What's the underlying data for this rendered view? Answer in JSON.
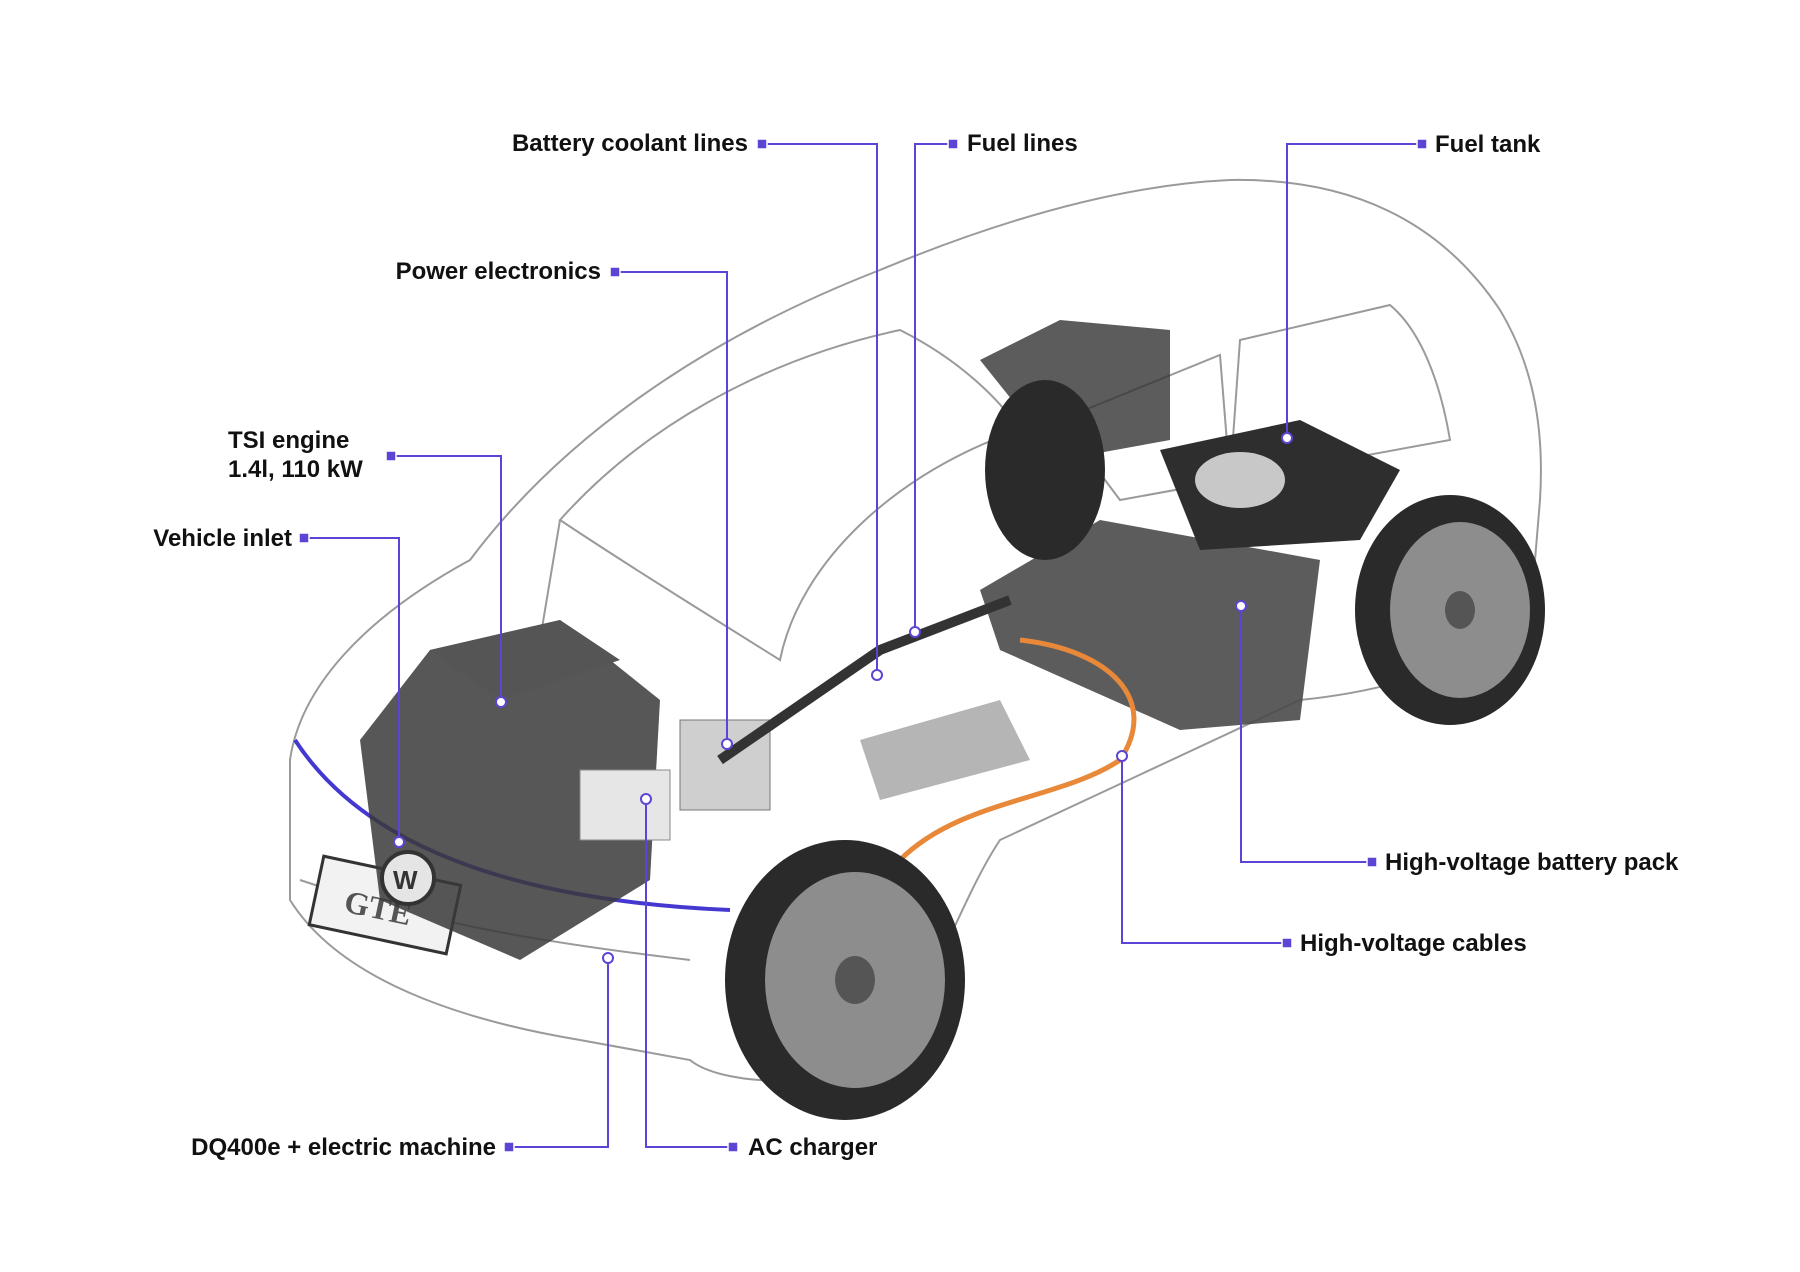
{
  "colors": {
    "leader": "#5b45d6",
    "text": "#111111",
    "cable": "#e8893a",
    "body": "#9a9a9a"
  },
  "labels": {
    "battery_coolant_lines": "Battery coolant lines",
    "fuel_lines": "Fuel lines",
    "fuel_tank": "Fuel tank",
    "power_electronics": "Power electronics",
    "tsi_engine_line1": "TSI engine",
    "tsi_engine_line2": "1.4l, 110 kW",
    "vehicle_inlet": "Vehicle inlet",
    "hv_battery_pack": "High-voltage battery pack",
    "hv_cables": "High-voltage cables",
    "dq400e": "DQ400e + electric machine",
    "ac_charger": "AC charger"
  },
  "badge": "GTE"
}
